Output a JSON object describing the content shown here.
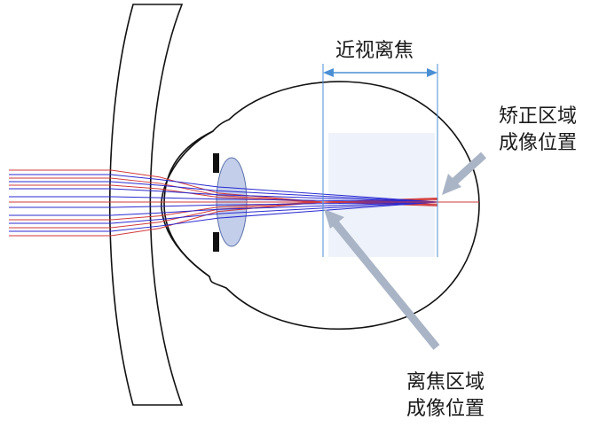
{
  "labels": {
    "myopia_defocus": "近视离焦",
    "correction_zone_line1": "矫正区域",
    "correction_zone_line2": "成像位置",
    "defocus_zone_line1": "离焦区域",
    "defocus_zone_line2": "成像位置"
  },
  "colors": {
    "outline": "#111111",
    "red_ray": "#d23a3a",
    "blue_ray": "#2a2ad2",
    "lens_fill": "#b9c6e6",
    "pointer_arrow": "#a9b4c6",
    "dimension_arrow": "#4a8fd4",
    "focus_zone_shade": "#eef2fa"
  }
}
